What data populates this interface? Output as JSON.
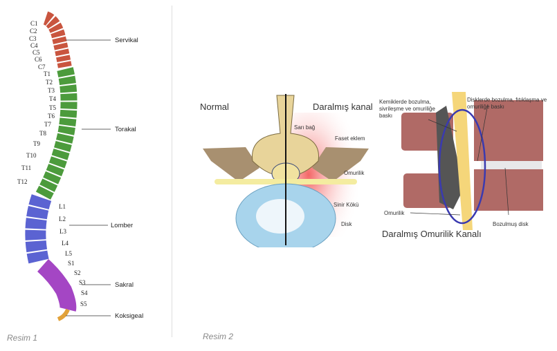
{
  "figure1": {
    "caption": "Resim 1",
    "vertebrae": {
      "cervical": [
        "C1",
        "C2",
        "C3",
        "C4",
        "C5",
        "C6",
        "C7"
      ],
      "thoracic": [
        "T1",
        "T2",
        "T3",
        "T4",
        "T5",
        "T6",
        "T7",
        "T8",
        "T9",
        "T10",
        "T11",
        "T12"
      ],
      "lumbar": [
        "L1",
        "L2",
        "L3",
        "L4",
        "L5"
      ],
      "sacral": [
        "S1",
        "S2",
        "S3",
        "S4",
        "S5"
      ]
    },
    "regions": {
      "cervical": "Servikal",
      "thoracic": "Torakal",
      "lumbar": "Lomber",
      "sacral": "Sakral",
      "coccygeal": "Koksigeal"
    },
    "colors": {
      "cervical": "#c9553f",
      "thoracic": "#4c9b3c",
      "lumbar": "#5b63d2",
      "sacral": "#a446c4",
      "coccygeal": "#e2a23a"
    }
  },
  "figure2": {
    "caption": "Resim 2",
    "left_panel": {
      "normal_label": "Normal",
      "narrowed_label": "Daralmış kanal",
      "labels": {
        "ligament": "Sarı bağ",
        "facet": "Faset eklem",
        "cord": "Omurilik",
        "root": "Sinir Kökü",
        "disc": "Disk"
      }
    },
    "right_panel": {
      "title": "Daralmış Omurilik Kanalı",
      "labels": {
        "bone": "Kemiklerde bozulma, sivrileşme ve omuriliğe baskı",
        "disc_herniation": "Disklerde bozulma, fıtıklaşma ve omuriliğe baskı",
        "cord": "Omurilik",
        "degenerated_disc": "Bozulmuş disk"
      }
    }
  }
}
